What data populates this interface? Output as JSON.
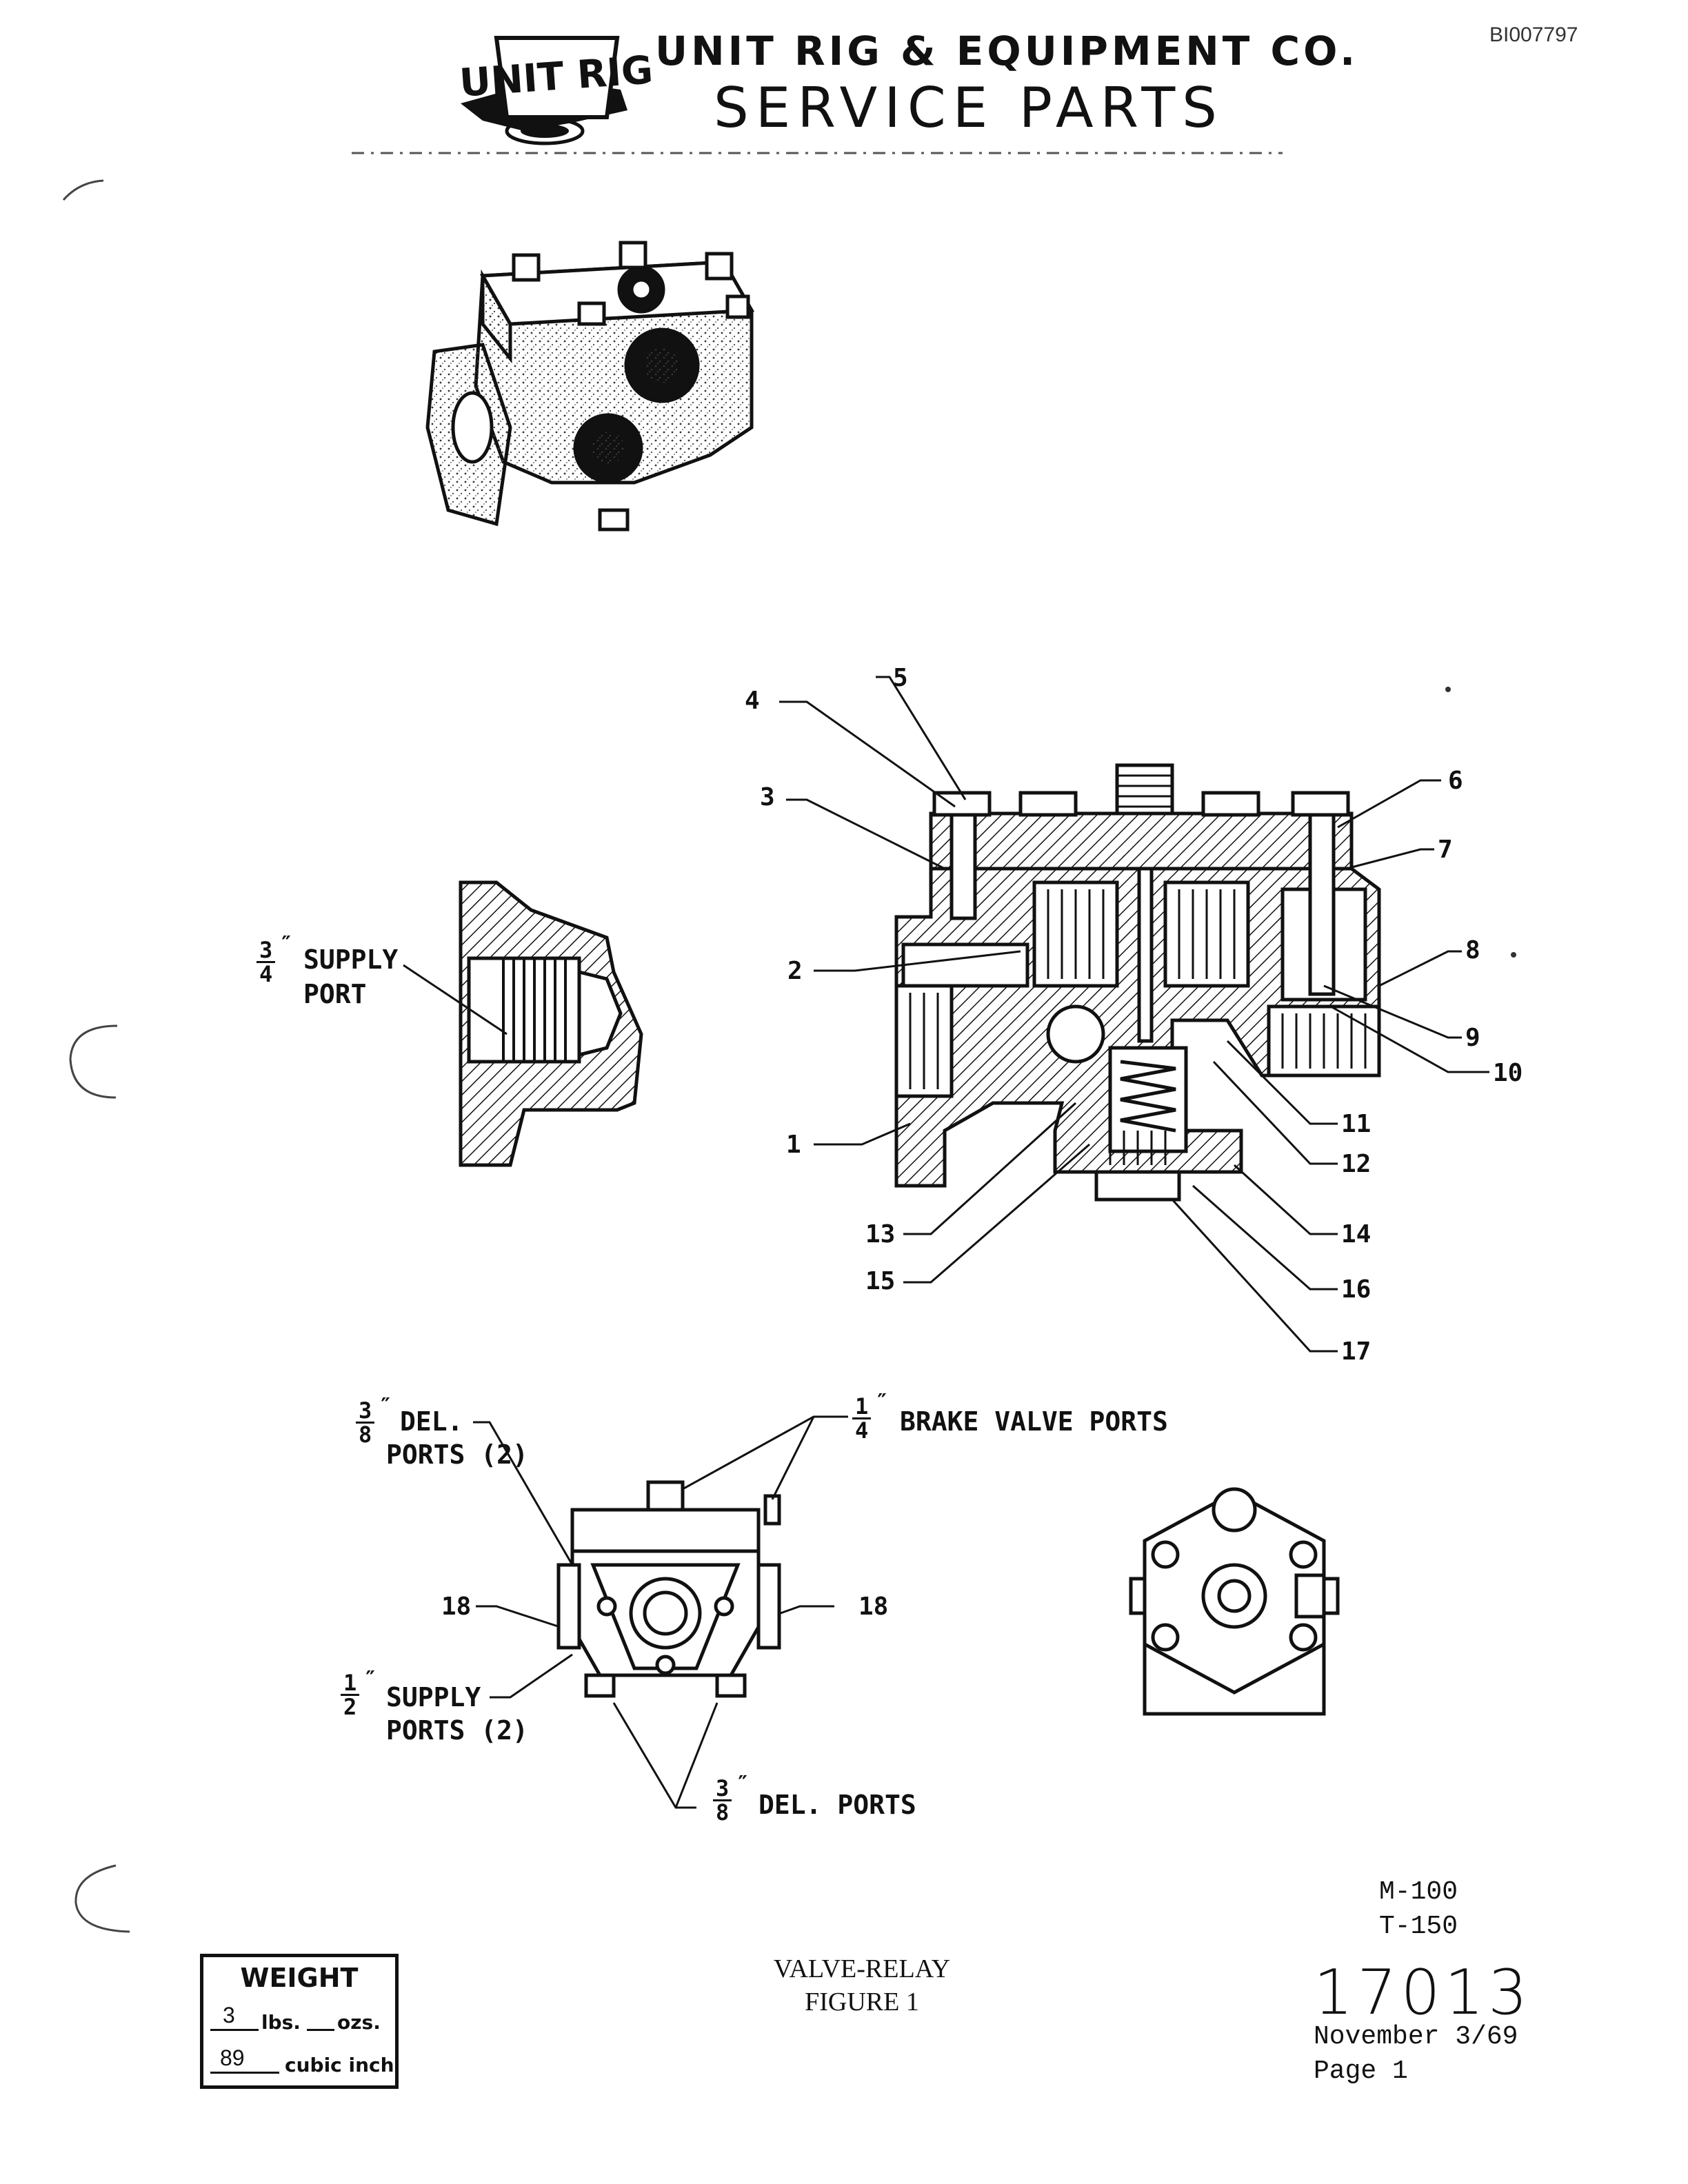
{
  "header": {
    "doc_id": "BI007797",
    "logo_text": "UNIT RIG",
    "company": "UNIT RIG & EQUIPMENT CO.",
    "title": "SERVICE PARTS"
  },
  "callouts": [
    "1",
    "2",
    "3",
    "4",
    "5",
    "6",
    "7",
    "8",
    "9",
    "10",
    "11",
    "12",
    "13",
    "14",
    "15",
    "16",
    "17",
    "18",
    "18"
  ],
  "port_labels": {
    "supply_port_left": {
      "frac_num": "3",
      "frac_den": "4",
      "mark": "″",
      "line1": "SUPPLY",
      "line2": "PORT"
    },
    "del_ports_2": {
      "frac_num": "3",
      "frac_den": "8",
      "mark": "″",
      "line1": "DEL.",
      "line2": "PORTS (2)"
    },
    "brake_valve_ports": {
      "frac_num": "1",
      "frac_den": "4",
      "mark": "″",
      "line1": "BRAKE VALVE PORTS"
    },
    "supply_ports_2": {
      "frac_num": "1",
      "frac_den": "2",
      "mark": "″",
      "line1": "SUPPLY",
      "line2": "PORTS (2)"
    },
    "del_ports_bottom": {
      "frac_num": "3",
      "frac_den": "8",
      "mark": "″",
      "line1": "DEL. PORTS"
    }
  },
  "footer": {
    "models": [
      "M-100",
      "T-150"
    ],
    "caption_line1": "VALVE-RELAY",
    "caption_line2": "FIGURE 1",
    "part_number": "17013",
    "date": "November 3/69",
    "page": "Page 1"
  },
  "weight": {
    "title": "WEIGHT",
    "lbs_value": "3",
    "lbs_unit": "lbs.",
    "ozs_unit": "ozs.",
    "cubic_value": "89",
    "cubic_unit": "cubic inch"
  }
}
